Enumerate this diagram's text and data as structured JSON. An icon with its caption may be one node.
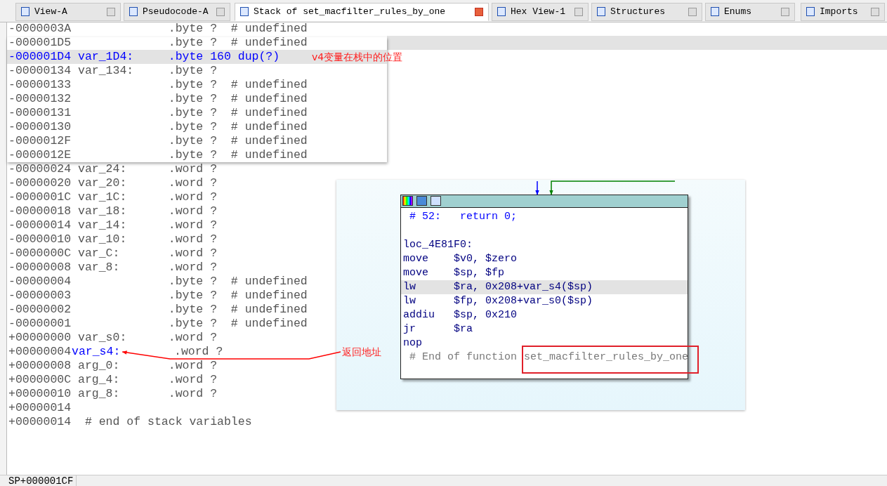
{
  "diagram": {
    "nodes": [
      {
        "text": [
          "# 52:   return 0;",
          "loc_4E81F0:",
          "move    $v0, $zero",
          "move    $sp, $fp",
          "lw      $ra, 0x208+var_s4($sp)",
          "lw      $fp, 0x208+var_s0($sp)",
          "addiu   $sp, 0x210",
          "jr      $ra",
          "nop",
          "# End of function"
        ]
      },
      {
        "text": [
          "返回地址"
        ]
      },
      {
        "text": [
          "set_macfilter_rules_by_one"
        ]
      },
      {
        "text": [
          "var_s4:"
        ]
      }
    ],
    "edges": [
      {
        "from": null,
        "to": 0,
        "arrow": "to",
        "color": "#0000ff"
      },
      {
        "from": null,
        "to": 0,
        "arrow": "to",
        "color": "#008000"
      },
      {
        "from": 1,
        "to": 3,
        "arrow": "to",
        "color": "#ff0000"
      }
    ],
    "labels": [
      "View-A",
      "Pseudocode-A",
      "Stack of set_macfilter_rules_by_one",
      "Hex View-1",
      "Structures",
      "Enums",
      "Imports",
      "-0000003A              .byte ?  # undefined",
      "-000001D5              .byte ?  # undefined",
      "-000001D4 var_1D4:     .byte 160 dup(?)",
      "v4变量在栈中的位置",
      "-00000134 var_134:     .byte ?",
      "-00000133              .byte ?  # undefined",
      "-00000132              .byte ?  # undefined",
      "-00000131              .byte ?  # undefined",
      "-00000130              .byte ?  # undefined",
      "-0000012F              .byte ?  # undefined",
      "-0000012E              .byte ?  # undefined",
      "-00000024 var_24:      .word ?",
      "-00000020 var_20:      .word ?",
      "-0000001C var_1C:      .word ?",
      "-00000018 var_18:      .word ?",
      "-00000014 var_14:      .word ?",
      "-00000010 var_10:      .word ?",
      "-0000000C var_C:       .word ?",
      "-00000008 var_8:       .word ?",
      "-00000004              .byte ?  # undefined",
      "-00000003              .byte ?  # undefined",
      "-00000002              .byte ?  # undefined",
      "-00000001              .byte ?  # undefined",
      "+00000000 var_s0:      .word ?",
      "+00000004",
      ".word ?",
      "+00000008 arg_0:       .word ?",
      "+0000000C arg_4:       .word ?",
      "+00000010 arg_8:       .word ?",
      "+00000014",
      "+00000014  # end of stack variables",
      "SP+000001CF"
    ]
  }
}
